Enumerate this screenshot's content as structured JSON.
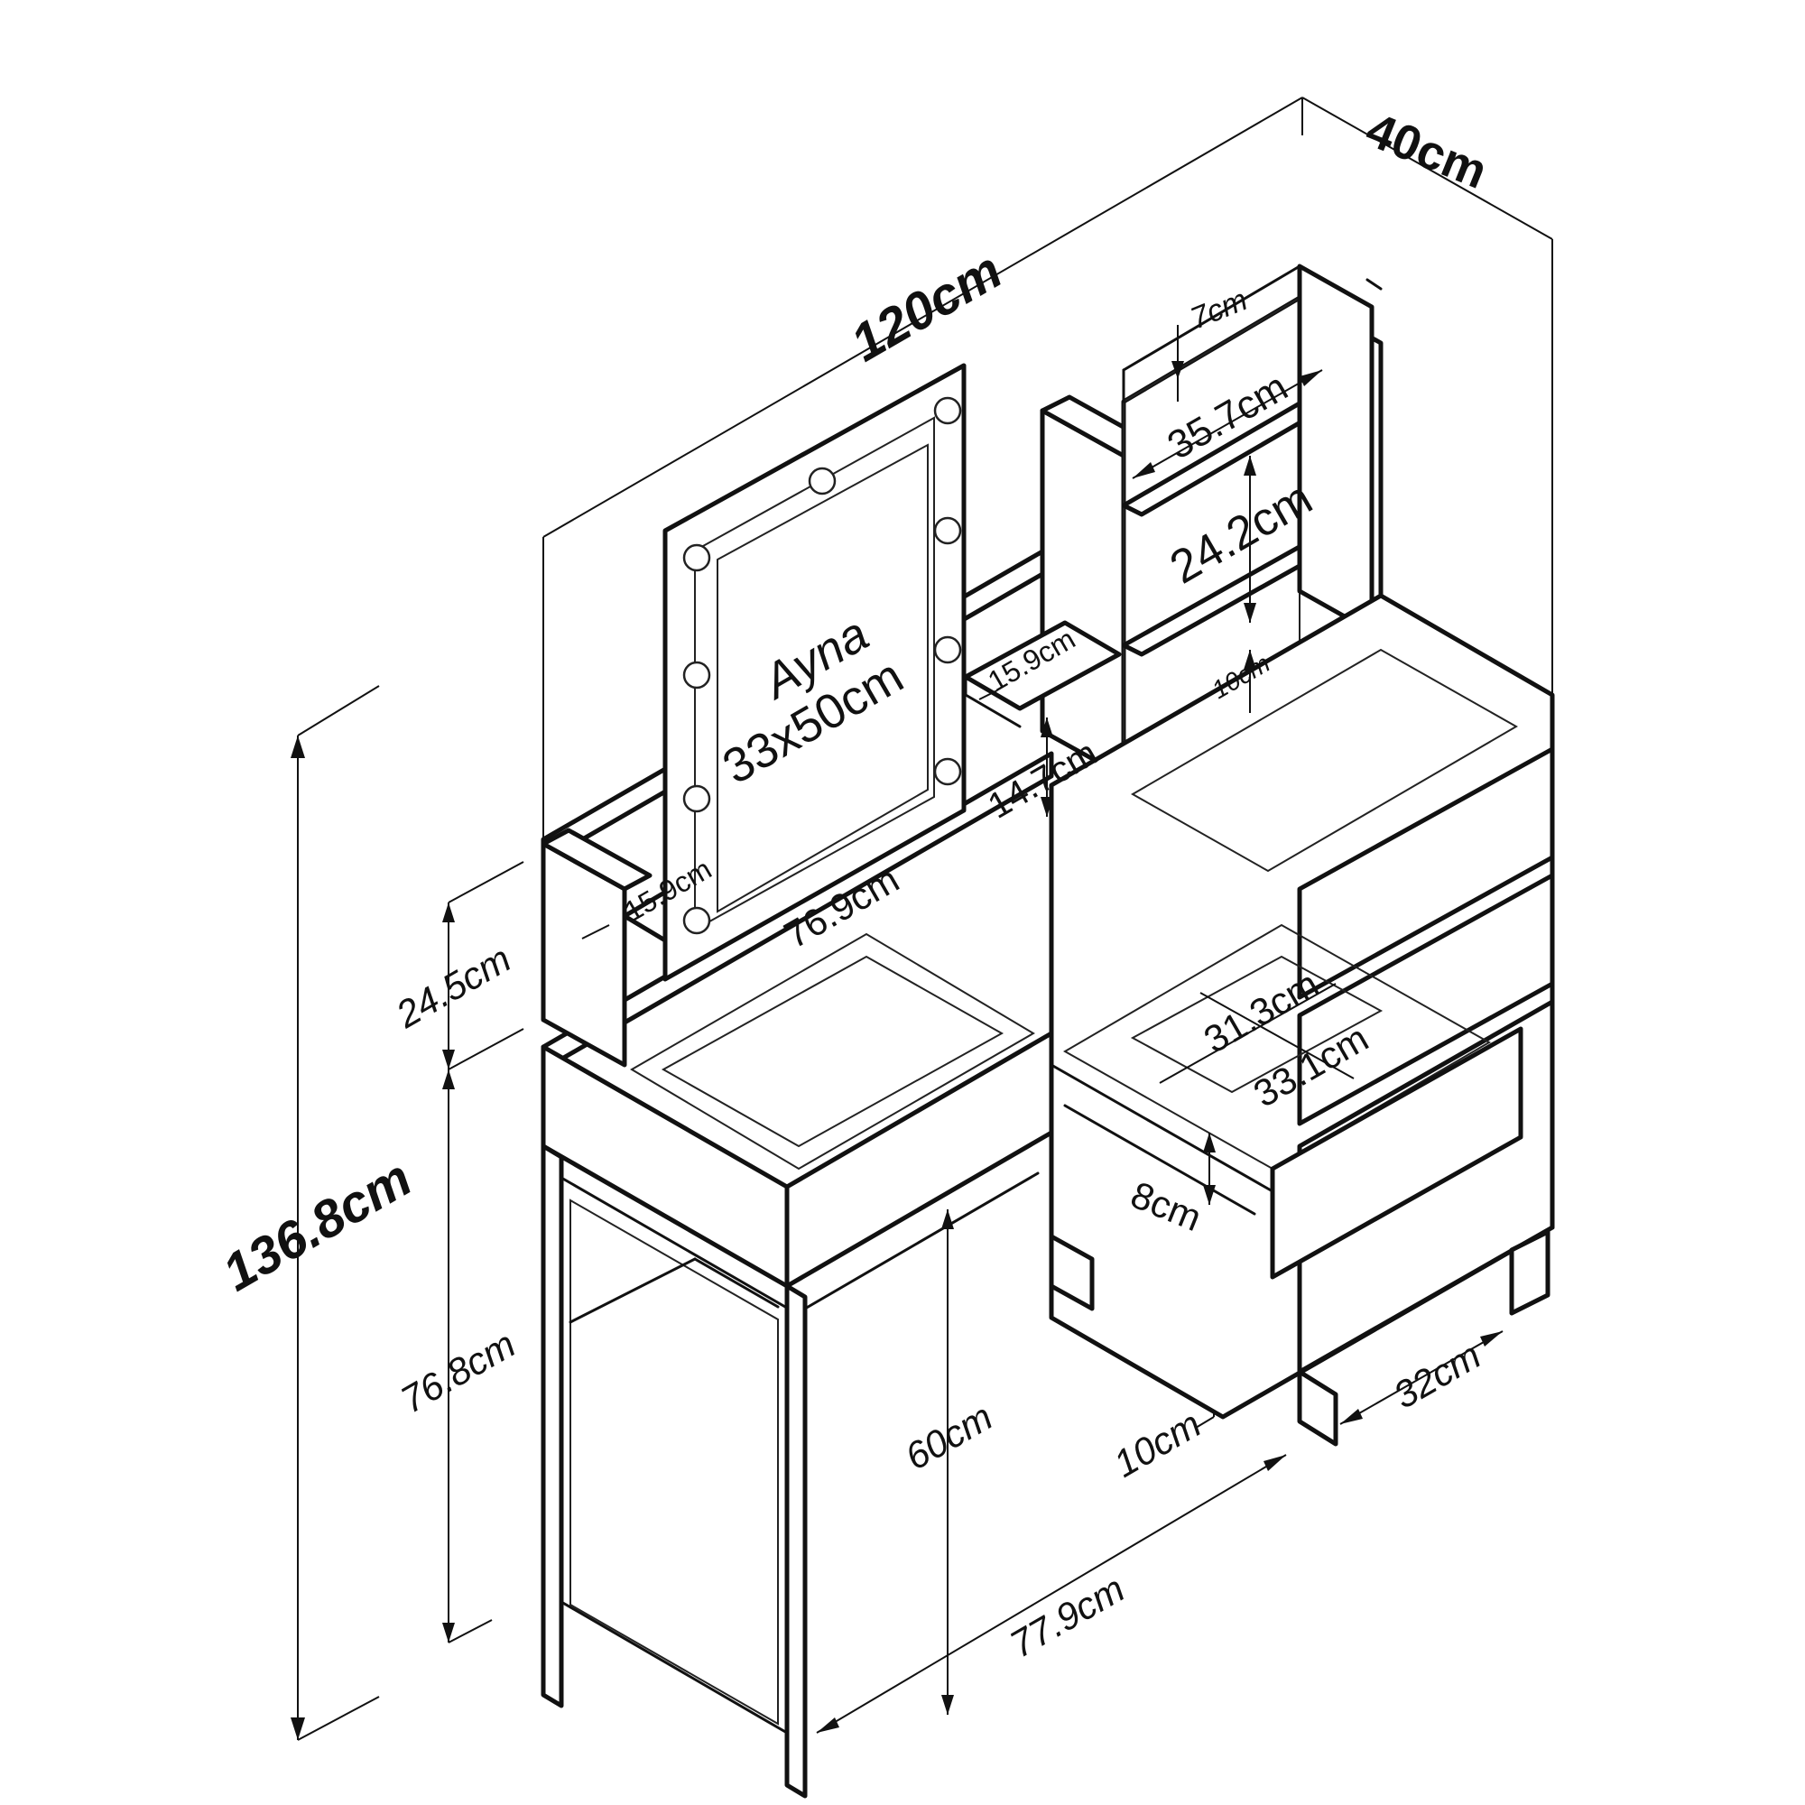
{
  "dimensions": {
    "total_width": "120cm",
    "total_depth": "40cm",
    "total_height": "136.8cm",
    "upper_height": "24.5cm",
    "desk_height": "76.8cm",
    "leg_opening_height": "60cm",
    "leg_height": "10cm",
    "drawer_unit_depth": "32cm",
    "base_length": "77.9cm",
    "mirror_base_length": "76.9cm",
    "left_shelf": "15.9cm",
    "middle_shelf": "15.9cm",
    "shelf_gap": "14.7cm",
    "top_board": "7cm",
    "shelf_width": "35.7cm",
    "shelf_height": "24.2cm",
    "bottom_gap": "10cm",
    "drawer_inner_width": "31.3cm",
    "drawer_inner_length": "33.1cm",
    "drawer_height": "8cm"
  },
  "mirror": {
    "name": "Ayna",
    "size": "33x50cm"
  }
}
